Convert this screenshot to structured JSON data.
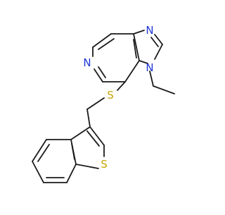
{
  "molecule": {
    "atom_labels": {
      "n_imidazole_top": "N",
      "n_pyridine": "N",
      "n_imidazole_ethyl": "N",
      "s_thioether": "S",
      "s_thiophene": "S"
    },
    "colors": {
      "bond": "#1a1a1a",
      "nitrogen": "#1f35d6",
      "sulfur": "#c8a600"
    }
  }
}
